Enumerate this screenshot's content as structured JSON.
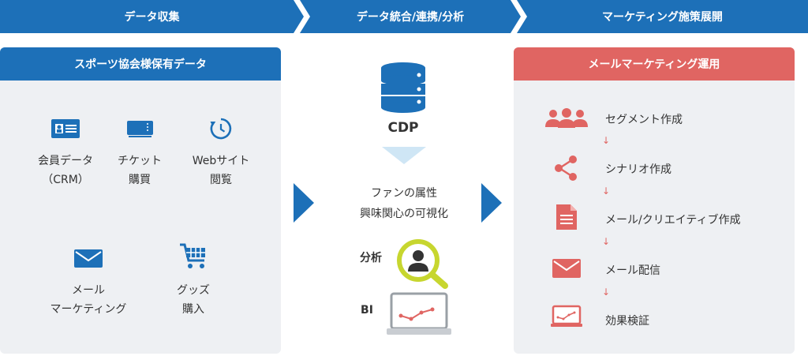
{
  "steps": {
    "collect": "データ収集",
    "integrate": "データ統合/連携/分析",
    "deploy": "マーケティング施策展開"
  },
  "left_panel": {
    "title": "スポーツ協会様保有データ",
    "sources": [
      {
        "label_line1": "会員データ",
        "label_line2": "（CRM）",
        "icon": "id-card-icon"
      },
      {
        "label_line1": "チケット",
        "label_line2": "購買",
        "icon": "ticket-icon"
      },
      {
        "label_line1": "Webサイト",
        "label_line2": "閲覧",
        "icon": "history-clock-icon"
      },
      {
        "label_line1": "メール",
        "label_line2": "マーケティング",
        "icon": "envelope-icon"
      },
      {
        "label_line1": "グッズ",
        "label_line2": "購入",
        "icon": "shopping-cart-icon"
      }
    ]
  },
  "center": {
    "cdp_label": "CDP",
    "fan_line1": "ファンの属性",
    "fan_line2": "興味関心の可視化",
    "analysis_label": "分析",
    "bi_label": "BI"
  },
  "right_panel": {
    "title": "メールマーケティング運用",
    "items": [
      {
        "label": "セグメント作成",
        "icon": "people-group-icon"
      },
      {
        "label": "シナリオ作成",
        "icon": "share-icon"
      },
      {
        "label": "メール/クリエイティブ作成",
        "icon": "document-icon"
      },
      {
        "label": "メール配信",
        "icon": "envelope-icon"
      },
      {
        "label": "効果検証",
        "icon": "laptop-chart-icon"
      }
    ],
    "arrow_glyph": "↓"
  },
  "colors": {
    "blue": "#1d70b8",
    "red": "#e06562",
    "panel_bg": "#eef0f3",
    "light_blue": "#cfe6f5",
    "lime": "#c7d62f"
  }
}
